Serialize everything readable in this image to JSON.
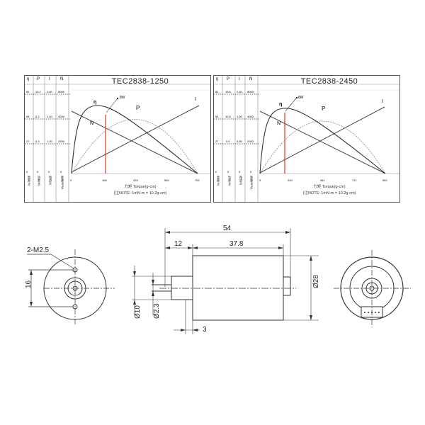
{
  "charts": {
    "left": {
      "title": "TEC2838-1250",
      "header": [
        "η",
        "P",
        "I",
        "N"
      ],
      "rows": [
        [
          "81",
          "10.2",
          "2.60",
          "8000"
        ],
        [
          "54",
          "6.2",
          "1.40",
          "4000"
        ],
        [
          "27",
          "4.3",
          "1.20",
          "2000"
        ],
        [
          "0",
          "0",
          "0",
          "0"
        ]
      ],
      "axis_labels": [
        "效率(%)",
        "功率(W)",
        "电流(A)",
        "转速(RPM)"
      ],
      "x_ticks": [
        "0",
        "188",
        "376",
        "564",
        "752"
      ],
      "xlabel": "力矩 Torque(g-cm)",
      "note": "(注NOTE: 1mN-m = 10.2g-cm)",
      "marker_label": "8W",
      "curve_labels": {
        "eta": "η",
        "N": "N",
        "P": "P",
        "I": "I"
      }
    },
    "right": {
      "title": "TEC2838-2450",
      "header": [
        "η",
        "P",
        "I",
        "N"
      ],
      "rows": [
        [
          "81",
          "15.6",
          "2.40",
          "8000"
        ],
        [
          "54",
          "10.8",
          "1.60",
          "4000"
        ],
        [
          "27",
          "5.0",
          "0.80",
          "2000"
        ],
        [
          "0",
          "0",
          "0",
          "0"
        ]
      ],
      "axis_labels": [
        "效率(%)",
        "功率(W)",
        "电流(A)",
        "转速(RPM)"
      ],
      "x_ticks": [
        "0",
        "240",
        "481",
        "721",
        "962"
      ],
      "xlabel": "力矩 Torque(g-cm)",
      "note": "(注NOTE: 1mN-m = 10.2g-cm)",
      "marker_label": "8W",
      "curve_labels": {
        "eta": "η",
        "N": "N",
        "P": "P",
        "I": "I"
      }
    }
  },
  "drawing": {
    "front_view": {
      "thread_label": "2-M2.5",
      "hole_spacing": "16"
    },
    "side_view": {
      "overall_length": "54",
      "shaft_length": "12",
      "body_length": "37.8",
      "body_diameter": "Ø28",
      "boss_diameter": "Ø10",
      "shaft_diameter": "Ø2.3",
      "boss_length": "3"
    }
  },
  "chart_data": [
    {
      "type": "line",
      "title": "TEC2838-1250",
      "xlabel": "力矩 Torque(g-cm)",
      "x_ticks": [
        0,
        188,
        376,
        564,
        752
      ],
      "xlim": [
        0,
        752
      ],
      "series": [
        {
          "name": "N (RPM)",
          "x": [
            0,
            752
          ],
          "values": [
            6600,
            0
          ]
        },
        {
          "name": "I (A)",
          "x": [
            0,
            752
          ],
          "values": [
            0.1,
            2.5
          ]
        },
        {
          "name": "P (W)",
          "x": [
            0,
            188,
            376,
            564,
            752
          ],
          "values": [
            0,
            6.5,
            8.3,
            6.3,
            0
          ]
        },
        {
          "name": "η (%)",
          "x": [
            0,
            30,
            90,
            150,
            188,
            376,
            564,
            752
          ],
          "values": [
            0,
            62,
            73,
            72,
            70,
            52,
            27,
            0
          ]
        }
      ],
      "annotations": [
        {
          "text": "8W",
          "x": 188
        }
      ],
      "left_scales": {
        "η": [
          0,
          27,
          54,
          81
        ],
        "P": [
          0,
          4.3,
          6.2,
          10.2
        ],
        "I": [
          0,
          1.2,
          1.4,
          2.6
        ],
        "N": [
          0,
          2000,
          4000,
          8000
        ]
      }
    },
    {
      "type": "line",
      "title": "TEC2838-2450",
      "xlabel": "力矩 Torque(g-cm)",
      "x_ticks": [
        0,
        240,
        481,
        721,
        962
      ],
      "xlim": [
        0,
        962
      ],
      "series": [
        {
          "name": "N (RPM)",
          "x": [
            0,
            962
          ],
          "values": [
            6600,
            0
          ]
        },
        {
          "name": "I (A)",
          "x": [
            0,
            962
          ],
          "values": [
            0.05,
            2.2
          ]
        },
        {
          "name": "P (W)",
          "x": [
            0,
            240,
            481,
            721,
            962
          ],
          "values": [
            0,
            10.5,
            13.6,
            10.2,
            0
          ]
        },
        {
          "name": "η (%)",
          "x": [
            0,
            40,
            120,
            200,
            240,
            481,
            721,
            962
          ],
          "values": [
            0,
            62,
            74,
            73,
            71,
            54,
            27,
            0
          ]
        }
      ],
      "annotations": [
        {
          "text": "8W",
          "x": 225
        }
      ],
      "left_scales": {
        "η": [
          0,
          27,
          54,
          81
        ],
        "P": [
          0,
          5.0,
          10.8,
          15.6
        ],
        "I": [
          0,
          0.8,
          1.6,
          2.4
        ],
        "N": [
          0,
          2000,
          4000,
          8000
        ]
      }
    }
  ]
}
